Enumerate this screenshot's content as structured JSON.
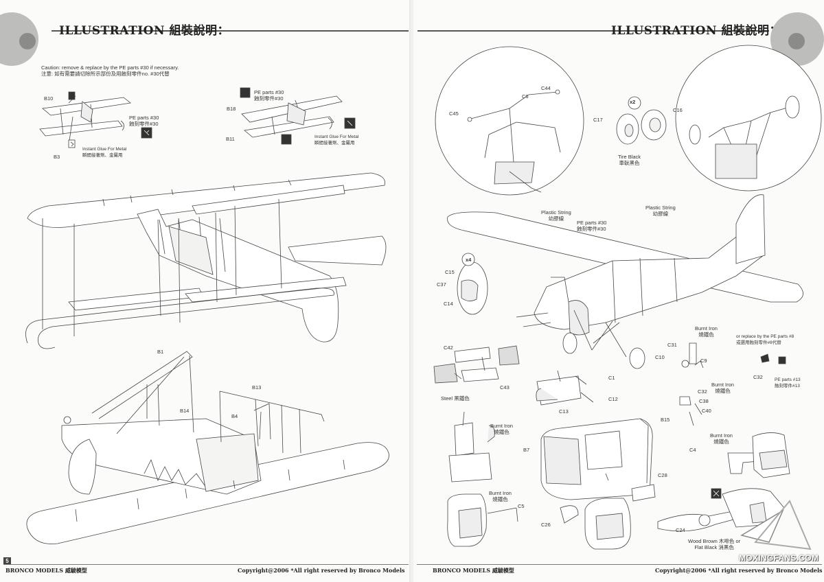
{
  "header": {
    "left_title": "ILLUSTRATION 組裝說明：",
    "right_title": "ILLUSTRATION 組裝說明："
  },
  "caution": {
    "en": "Caution: remove & replace by the PE parts #30 if necessary.",
    "zh": "注意: 如有需要請切除所示部份及用蝕刻零件no. #30代替"
  },
  "left_page": {
    "step1": {
      "parts": [
        "B10",
        "B3"
      ],
      "pe_label_en": "PE parts #30",
      "pe_label_zh": "蝕刻零件#30",
      "glue_en": "Instant Glue For Metal",
      "glue_zh": "瞬間接著劑、金屬用"
    },
    "step2": {
      "parts": [
        "B18",
        "B11"
      ],
      "pe_label_en": "PE parts #30",
      "pe_label_zh": "蝕刻零件#30",
      "glue_en": "Instant Glue For Metal",
      "glue_zh": "瞬間接著劑、金屬用"
    },
    "lower_parts": [
      "B1",
      "B14",
      "B13",
      "B4"
    ],
    "page_number": "5"
  },
  "right_page": {
    "circle1_parts": [
      "C44",
      "C6",
      "C45"
    ],
    "wheels": {
      "multiplier": "x2",
      "parts": [
        "C17",
        "C16"
      ],
      "paint_en": "Tire Black",
      "paint_zh": "車軑黑色"
    },
    "string_left_en": "Plastic String",
    "string_left_zh": "幼膠線",
    "string_right_en": "Plastic String",
    "string_right_zh": "幼膠線",
    "pe_en": "PE parts #30",
    "pe_zh": "蝕刻零件#30",
    "strut_group": {
      "multiplier": "x4",
      "parts": [
        "C15",
        "C37",
        "C14"
      ]
    },
    "engine_left": {
      "parts": [
        "C42",
        "C43",
        "C1",
        "C12",
        "C13"
      ],
      "steel_en": "Steel",
      "steel_zh": "黑鐵色"
    },
    "burnt_iron_en": "Burnt Iron",
    "burnt_iron_zh": "燒鐵色",
    "exhaust_parts": [
      "C31",
      "C10",
      "C9",
      "C32",
      "C38",
      "C40"
    ],
    "pe8_en": "or replace by the PE parts #8",
    "pe8_zh": "或選用蝕刻零件#8代替",
    "pe13_en": "PE parts #13",
    "pe13_zh": "蝕刻零件#13",
    "c32_label": "C32",
    "cowl_parts": [
      "B15",
      "B7",
      "C4",
      "C28",
      "C5",
      "C26",
      "C24"
    ],
    "prop_paint_en": "Wood Brown 木啡色 or",
    "prop_paint_en2": "Flat Black 消黑色"
  },
  "footer": {
    "left_brand": "BRONCO MODELS 威駿模型",
    "left_copyright": "Copyright@2006  *All right reserved by Bronco Models",
    "right_brand": "BRONCO MODELS 威駿模型",
    "right_copyright": "Copyright@2006  *All right reserved by Bronco Models"
  },
  "watermark": "MOXINGFANS.COM"
}
